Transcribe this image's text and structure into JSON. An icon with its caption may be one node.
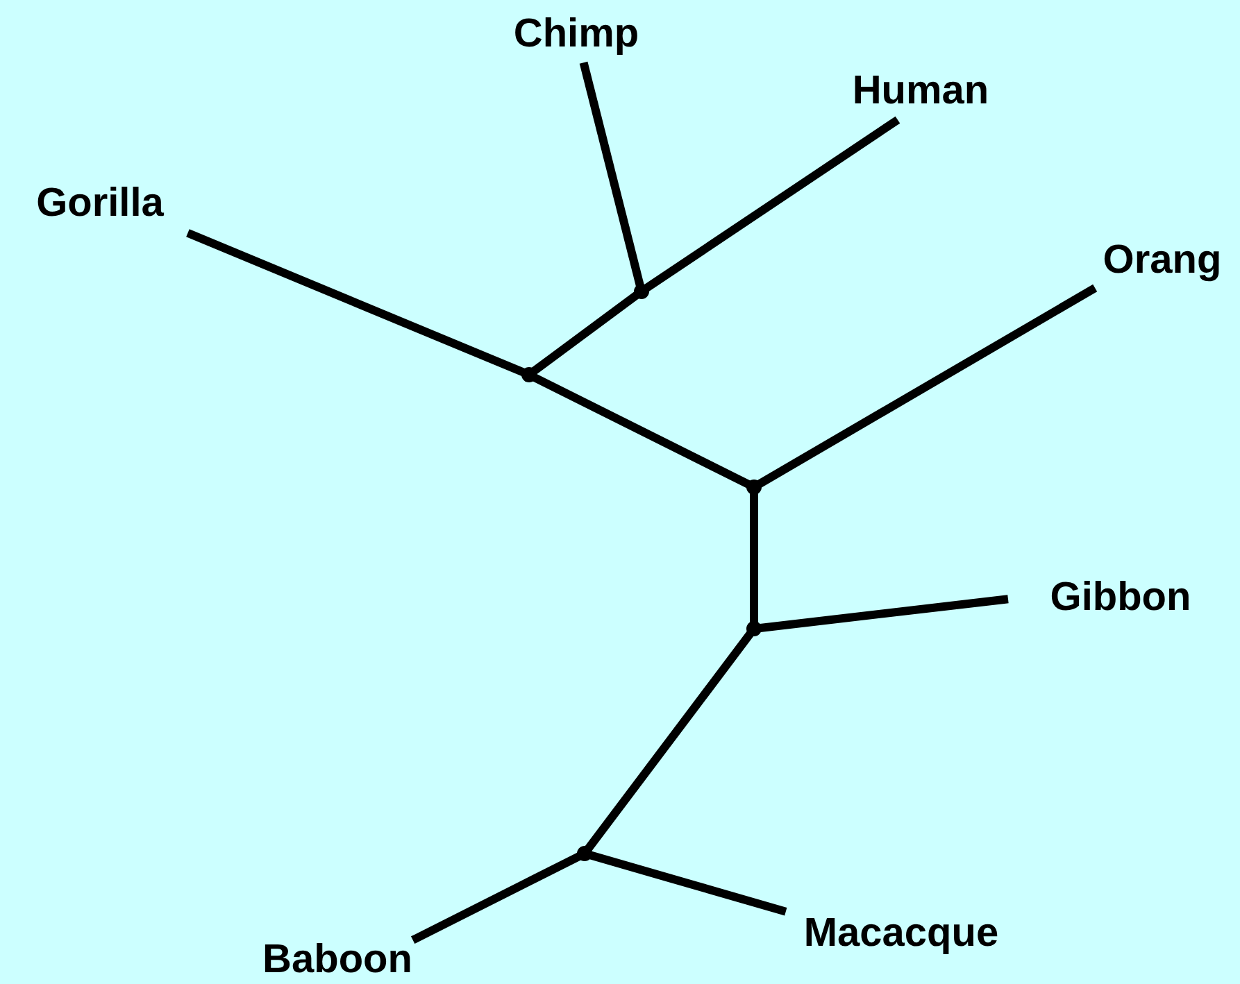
{
  "diagram": {
    "nodes": [
      {
        "text": [
          "Chimp"
        ]
      },
      {
        "text": [
          "Human"
        ]
      },
      {
        "text": [
          "Gorilla"
        ]
      },
      {
        "text": [
          "Orang"
        ]
      },
      {
        "text": [
          "Gibbon"
        ]
      },
      {
        "text": [
          "Macacque"
        ]
      },
      {
        "text": [
          "Baboon"
        ]
      },
      {
        "text": [],
        "shape": "point"
      },
      {
        "text": [],
        "shape": "point"
      },
      {
        "text": [],
        "shape": "point"
      },
      {
        "text": [],
        "shape": "point"
      },
      {
        "text": [],
        "shape": "point"
      }
    ],
    "edges": [
      {
        "from": 0,
        "to": 7,
        "arrow": "none"
      },
      {
        "from": 1,
        "to": 7,
        "arrow": "none"
      },
      {
        "from": 7,
        "to": 8,
        "arrow": "none"
      },
      {
        "from": 2,
        "to": 8,
        "arrow": "none"
      },
      {
        "from": 8,
        "to": 9,
        "arrow": "none"
      },
      {
        "from": 3,
        "to": 9,
        "arrow": "none"
      },
      {
        "from": 9,
        "to": 10,
        "arrow": "none"
      },
      {
        "from": 4,
        "to": 10,
        "arrow": "none"
      },
      {
        "from": 10,
        "to": 11,
        "arrow": "none"
      },
      {
        "from": 6,
        "to": 11,
        "arrow": "none"
      },
      {
        "from": 5,
        "to": 11,
        "arrow": "none"
      }
    ]
  }
}
